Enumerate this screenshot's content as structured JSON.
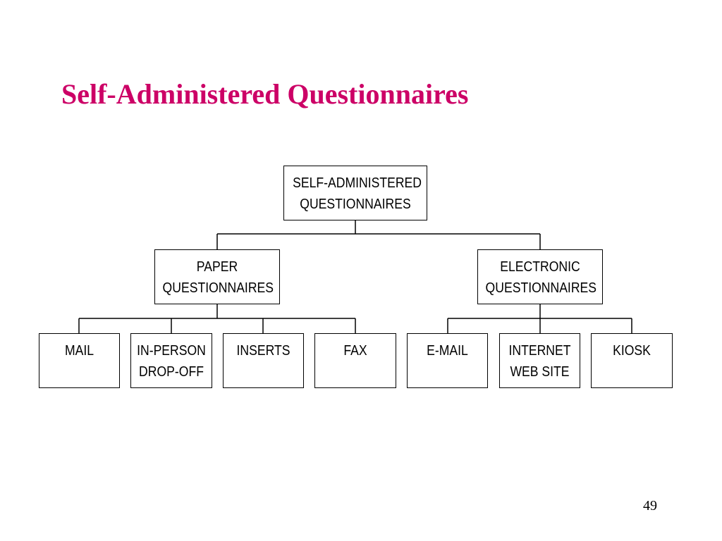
{
  "slide": {
    "title": "Self-Administered Questionnaires",
    "page_number": "49"
  },
  "chart": {
    "root": {
      "line1": "SELF-ADMINISTERED",
      "line2": "QUESTIONNAIRES"
    },
    "paper": {
      "line1": "PAPER",
      "line2": "QUESTIONNAIRES",
      "children": [
        {
          "line1": "MAIL",
          "line2": ""
        },
        {
          "line1": "IN-PERSON",
          "line2": "DROP-OFF"
        },
        {
          "line1": "INSERTS",
          "line2": ""
        },
        {
          "line1": "FAX",
          "line2": ""
        }
      ]
    },
    "electronic": {
      "line1": "ELECTRONIC",
      "line2": "QUESTIONNAIRES",
      "children": [
        {
          "line1": "E-MAIL",
          "line2": ""
        },
        {
          "line1": "INTERNET",
          "line2": "WEB SITE"
        },
        {
          "line1": "KIOSK",
          "line2": ""
        }
      ]
    }
  },
  "colors": {
    "title": "#cc0066",
    "line": "#000000"
  }
}
